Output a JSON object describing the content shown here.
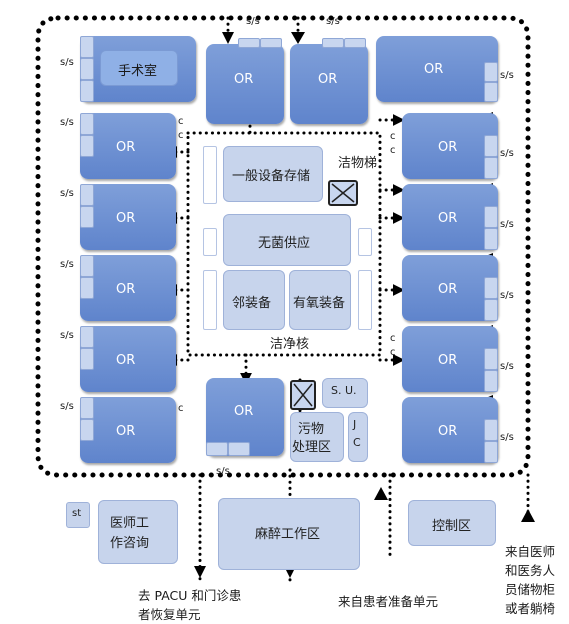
{
  "rooms": {
    "surgery_room": "手术室",
    "or": "OR",
    "general_storage": "一般设备存储",
    "clean_elevator": "洁物梯",
    "sterile_supply": "无菌供应",
    "neighbor_equipment": "邻装备",
    "oxygen_equipment": "有氧装备",
    "clean_core": "洁净核",
    "su": "S. U.",
    "dirty_area_line1": "污物",
    "dirty_area_line2": "处理区",
    "jc_j": "J",
    "jc_c": "C",
    "anesthesia": "麻醉工作区",
    "control": "控制区",
    "st": "st",
    "consult_line1": "医师工",
    "consult_line2": "作咨询"
  },
  "markers": {
    "ss": "s/s",
    "c": "c"
  },
  "notes": {
    "pacu_line1": "去 PACU 和门诊患",
    "pacu_line2": "者恢复单元",
    "patient_prep": "来自患者准备单元",
    "staff_line1": "来自医师",
    "staff_line2": "和医务人",
    "staff_line3": "员储物柜",
    "staff_line4": "或者躺椅"
  }
}
